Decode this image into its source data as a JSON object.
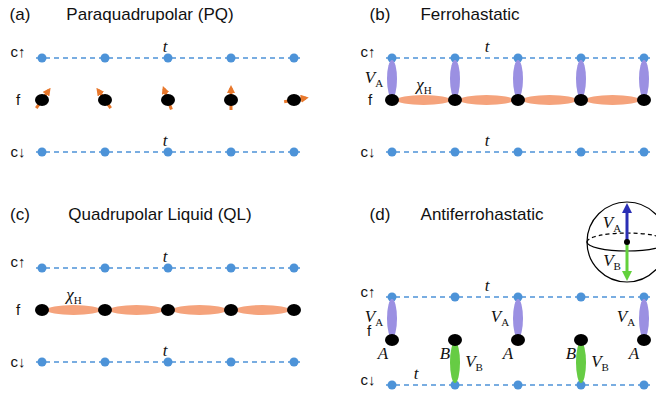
{
  "diagram": {
    "labels": [
      "(a)",
      "Paraquadrupolar (PQ)",
      "c↑",
      "t",
      "f",
      "c↓",
      "t",
      "(b)",
      "Ferrohastatic",
      "c↑",
      "t",
      "VA",
      "χH",
      "f",
      "c↓",
      "t",
      "(c)",
      "Quadrupolar Liquid (QL)",
      "c↑",
      "t",
      "χH",
      "f",
      "c↓",
      "t",
      "(d)",
      "Antiferrohastatic",
      "c↑",
      "t",
      "VA",
      "VA",
      "VA",
      "f",
      "A",
      "B",
      "A",
      "B",
      "A",
      "VB",
      "VB",
      "c↓",
      "t",
      "VA",
      "VB"
    ]
  }
}
